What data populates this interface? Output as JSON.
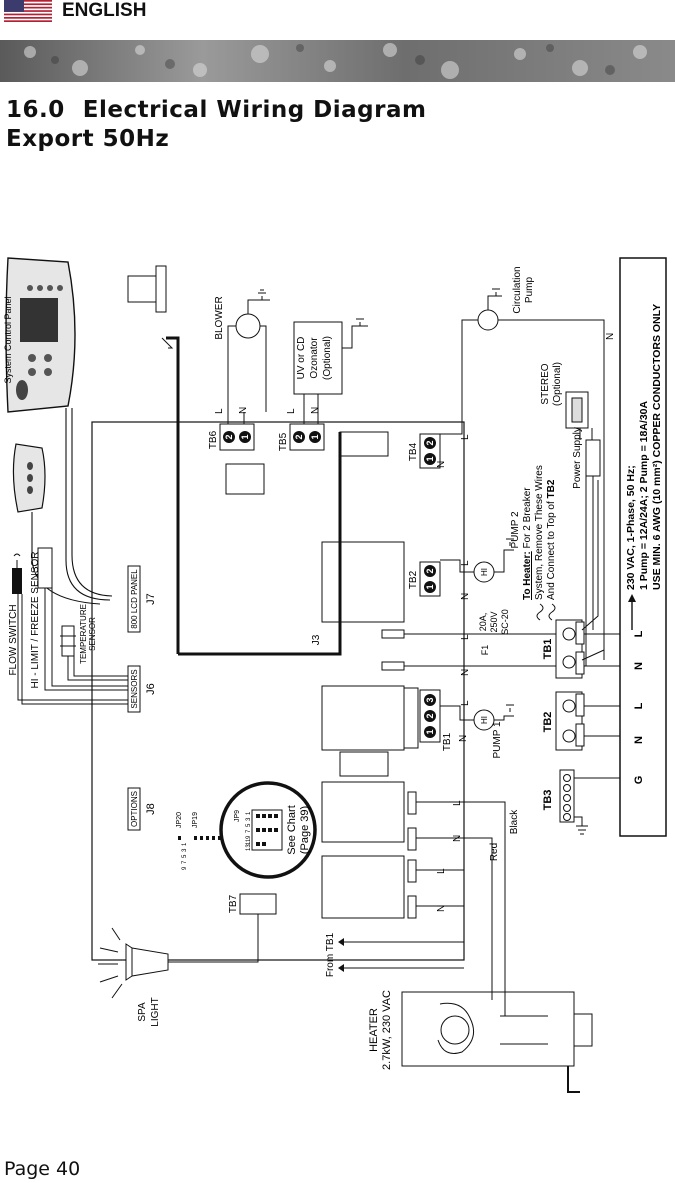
{
  "header": {
    "language": "ENGLISH"
  },
  "title": {
    "number": "16.0",
    "line1": "Electrical Wiring Diagram",
    "line2": "Export 50Hz"
  },
  "footer": {
    "page": "Page 40"
  },
  "diagram": {
    "control_panel": "System Control Panel",
    "flow_switch": "FLOW SWITCH",
    "hi_limit": "HI - LIMIT / FREEZE SENSOR",
    "temp_sensor_1": "TEMPERATURE",
    "temp_sensor_2": "SENSOR",
    "lcd_panel": "800 LCD PANEL",
    "j7": "J7",
    "sensors": "SENSORS",
    "j6": "J6",
    "options": "OPTIONS",
    "j8": "J8",
    "j3": "J3",
    "jp20": "JP20",
    "jp19": "JP19",
    "jp9": "JP9",
    "see_chart_1": "See Chart",
    "see_chart_2": "(Page 39)",
    "tb7": "TB7",
    "spa_light_1": "SPA",
    "spa_light_2": "LIGHT",
    "from_tb1": "From TB1",
    "heater_1": "HEATER",
    "heater_2": "2.7kW, 230 VAC",
    "blower": "BLOWER",
    "tb6": "TB6",
    "tb5": "TB5",
    "tb4": "TB4",
    "tb2_board": "TB2",
    "tb1_board": "TB1",
    "uv_1": "UV or CD",
    "uv_2": "Ozonator",
    "uv_3": "(Optional)",
    "circ_1": "Circulation",
    "circ_2": "Pump",
    "stereo_1": "STEREO",
    "stereo_2": "(Optional)",
    "power_supply": "Power Supply",
    "heater_note_1": "To Heater:",
    "heater_note_1b": " For 2 Breaker",
    "heater_note_2": "System, Remove These Wires",
    "heater_note_3": "And Connect to Top of ",
    "heater_note_3b": "TB2",
    "pump2": "PUMP 2",
    "pump1": "PUMP 1",
    "hi": "HI",
    "fuse_1": "20A,",
    "fuse_2": "250V",
    "fuse_3": "SC-20",
    "f1": "F1",
    "black": "Black",
    "red": "Red",
    "tb1": "TB1",
    "tb2": "TB2",
    "tb3": "TB3",
    "spec_1": "230 VAC, 1-Phase, 50 Hz;",
    "spec_2": "1 Pump = 12A/24A; 2 Pump = 18A/30A",
    "spec_3": "USE MIN. 6 AWG (10 mm²) COPPER CONDUCTORS ONLY",
    "L": "L",
    "N": "N",
    "G": "G",
    "one": "1",
    "two": "2",
    "three": "3",
    "jp_pins_left": [
      "1",
      "3",
      "5",
      "7",
      "9"
    ],
    "jp_pins_right": [
      "1",
      "3",
      "5",
      "7",
      "9",
      "11",
      "13"
    ]
  }
}
